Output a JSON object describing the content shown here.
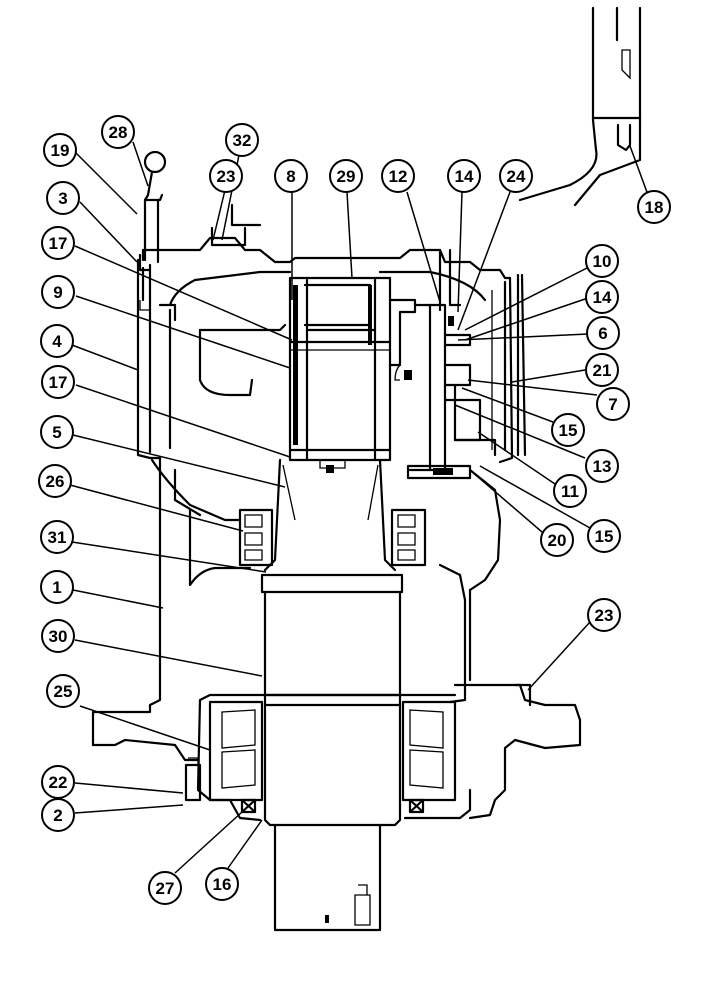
{
  "callouts": [
    {
      "id": "c28",
      "label": "28"
    },
    {
      "id": "c19",
      "label": "19"
    },
    {
      "id": "c3",
      "label": "3"
    },
    {
      "id": "c17a",
      "label": "17"
    },
    {
      "id": "c9",
      "label": "9"
    },
    {
      "id": "c4",
      "label": "4"
    },
    {
      "id": "c17b",
      "label": "17"
    },
    {
      "id": "c5",
      "label": "5"
    },
    {
      "id": "c26",
      "label": "26"
    },
    {
      "id": "c31",
      "label": "31"
    },
    {
      "id": "c1",
      "label": "1"
    },
    {
      "id": "c30",
      "label": "30"
    },
    {
      "id": "c25",
      "label": "25"
    },
    {
      "id": "c22",
      "label": "22"
    },
    {
      "id": "c2",
      "label": "2"
    },
    {
      "id": "c27",
      "label": "27"
    },
    {
      "id": "c16",
      "label": "16"
    },
    {
      "id": "c32",
      "label": "32"
    },
    {
      "id": "c23a",
      "label": "23"
    },
    {
      "id": "c8",
      "label": "8"
    },
    {
      "id": "c29",
      "label": "29"
    },
    {
      "id": "c12",
      "label": "12"
    },
    {
      "id": "c14a",
      "label": "14"
    },
    {
      "id": "c24",
      "label": "24"
    },
    {
      "id": "c18",
      "label": "18"
    },
    {
      "id": "c10",
      "label": "10"
    },
    {
      "id": "c14b",
      "label": "14"
    },
    {
      "id": "c6",
      "label": "6"
    },
    {
      "id": "c21",
      "label": "21"
    },
    {
      "id": "c7",
      "label": "7"
    },
    {
      "id": "c15a",
      "label": "15"
    },
    {
      "id": "c13",
      "label": "13"
    },
    {
      "id": "c11",
      "label": "11"
    },
    {
      "id": "c20",
      "label": "20"
    },
    {
      "id": "c15b",
      "label": "15"
    },
    {
      "id": "c23b",
      "label": "23"
    }
  ]
}
